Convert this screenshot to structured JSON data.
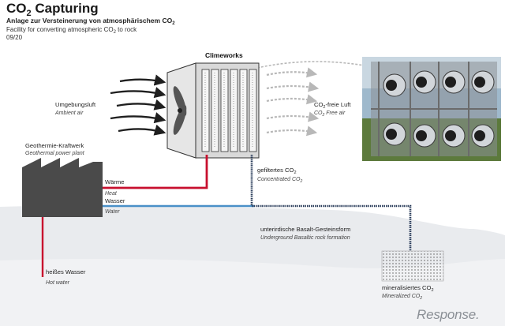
{
  "header": {
    "title_main": "CO",
    "title_sub": "2",
    "title_rest": " Capturing",
    "subtitle_de_pre": "Anlage zur Versteinerung von atmosphärischem CO",
    "subtitle_de_sub": "2",
    "subtitle_en_pre": "Facility for converting atmospheric CO",
    "subtitle_en_sub": "2",
    "subtitle_en_post": " to rock",
    "date": "09/20"
  },
  "labels": {
    "climeworks": "Climeworks",
    "ambient_de": "Umgebungsluft",
    "ambient_en": "Ambient air",
    "free_de_pre": "CO",
    "free_de_sub": "2",
    "free_de_post": "-freie Luft",
    "free_en_pre": "CO",
    "free_en_sub": "2",
    "free_en_post": " Free air",
    "geo_de": "Geothermie-Kraftwerk",
    "geo_en": "Geothermal power plant",
    "heat_de": "Wärme",
    "heat_en": "Heat",
    "water_de": "Wasser",
    "water_en": "Water",
    "filtered_de_pre": "gefiltertes CO",
    "filtered_de_sub": "2",
    "filtered_en_pre": "Concentrated CO",
    "filtered_en_sub": "2",
    "basalt_de": "unterirdische Basalt-Gesteinsform",
    "basalt_en": "Underground Basaltic rock formation",
    "hot_de": "heißes Wasser",
    "hot_en": "Hot water",
    "mineral_de_pre": "mineralisiertes CO",
    "mineral_de_sub": "2",
    "mineral_en_pre": "Mineralized CO",
    "mineral_en_sub": "2"
  },
  "watermark": "Response.",
  "colors": {
    "heat_line": "#c8102e",
    "water_line": "#4a90c8",
    "co2_line": "#2a3c5a",
    "ground": "#e9ebee",
    "building": "#4a4a4a"
  }
}
